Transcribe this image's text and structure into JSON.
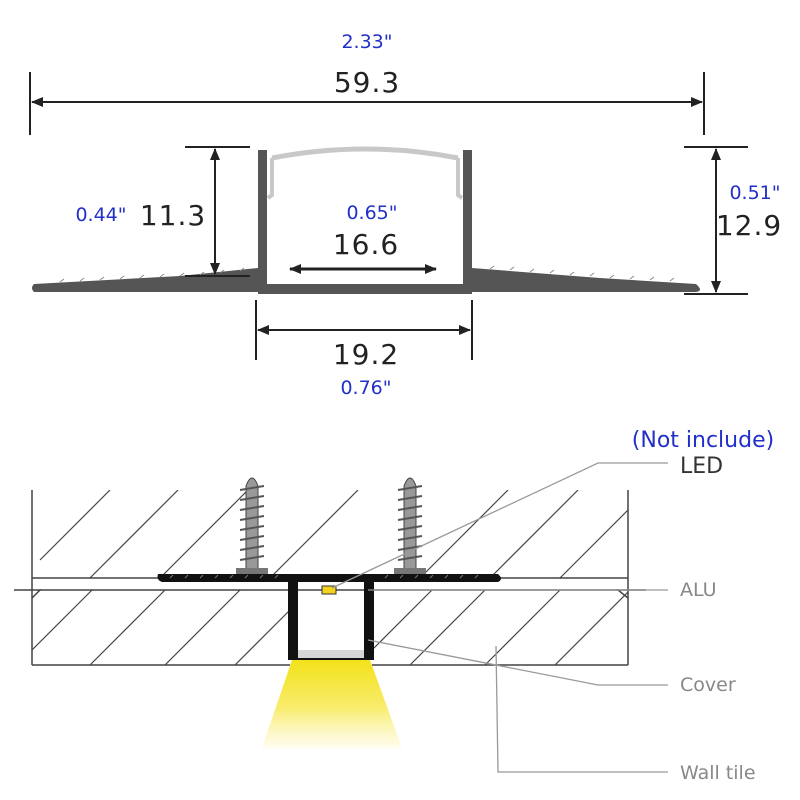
{
  "colors": {
    "profile": "#555555",
    "dimension_text": "#222222",
    "inch_text": "#2230c8",
    "callout_line": "#999999",
    "light": "#fff36a"
  },
  "top_view": {
    "overall_width": {
      "mm": "59.3",
      "inch": "2.33\""
    },
    "flange_height": {
      "mm": "11.3",
      "inch": "0.44\""
    },
    "inner_width": {
      "mm": "16.6",
      "inch": "0.65\""
    },
    "total_height": {
      "mm": "12.9",
      "inch": "0.51\""
    },
    "outer_width": {
      "mm": "19.2",
      "inch": "0.76\""
    }
  },
  "bottom_view": {
    "labels": {
      "not_include": "(Not include)",
      "led": "LED",
      "alu": "ALU",
      "cover": "Cover",
      "wall_tile": "Wall tile"
    },
    "icons": [
      "screw-icon",
      "led-chip-icon",
      "light-beam-icon"
    ]
  }
}
